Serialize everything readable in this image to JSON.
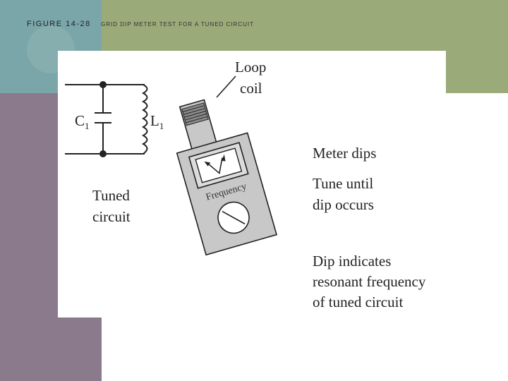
{
  "header": {
    "figure_label": "FIGURE 14-28",
    "caption": "GRID DIP METER TEST FOR A TUNED CIRCUIT"
  },
  "diagram": {
    "c_label": "C",
    "c_sub": "1",
    "l_label": "L",
    "l_sub": "1",
    "circuit_label_line1": "Tuned",
    "circuit_label_line2": "circuit",
    "loop_label_line1": "Loop",
    "loop_label_line2": "coil",
    "meter_face_label": "Frequency",
    "note1": "Meter dips",
    "note2_line1": "Tune until",
    "note2_line2": "dip occurs",
    "note3_line1": "Dip indicates",
    "note3_line2": "resonant frequency",
    "note3_line3": "of tuned circuit"
  },
  "colors": {
    "teal": "#7aa6aa",
    "green": "#9aaa78",
    "purple": "#8a7a8c",
    "meter_fill": "#c8c8c8"
  }
}
